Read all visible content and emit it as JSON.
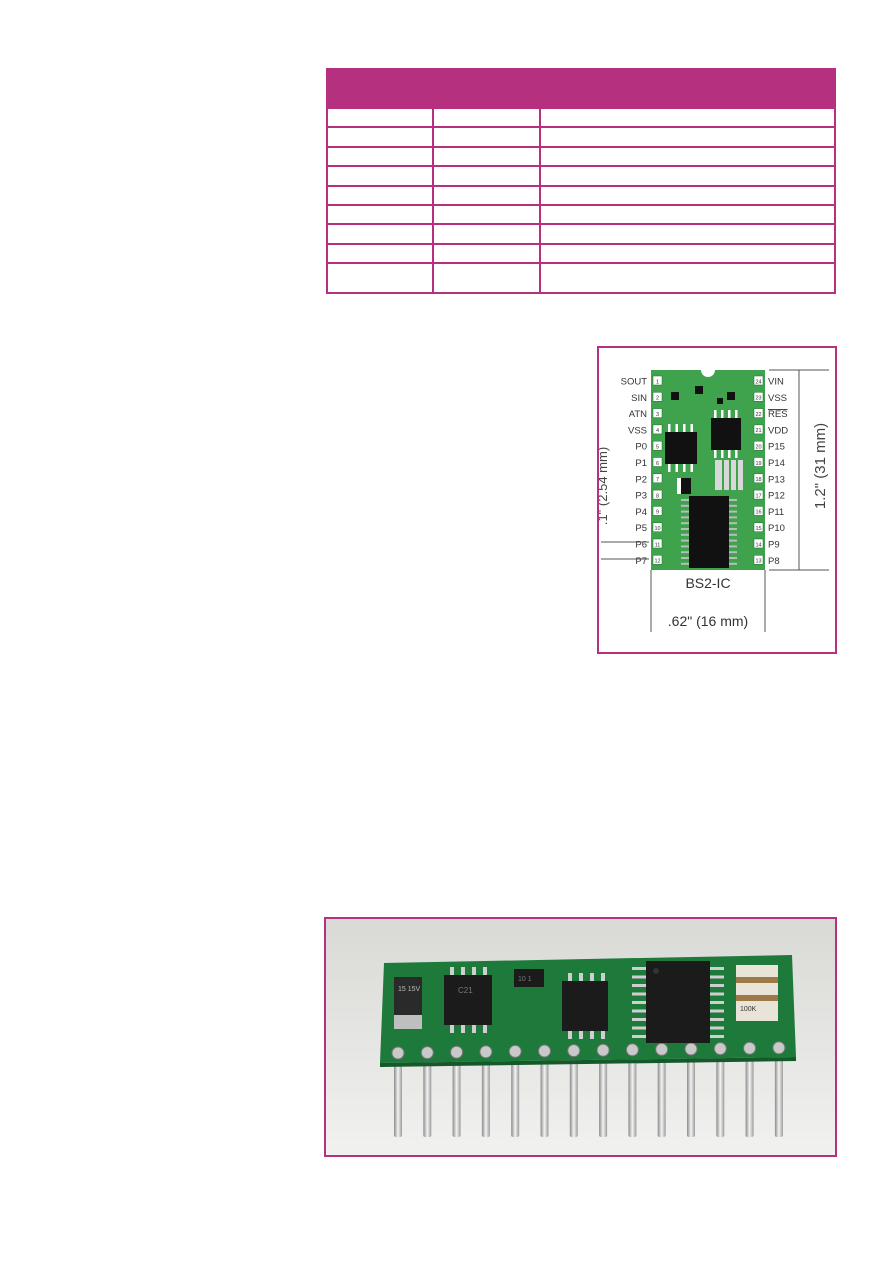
{
  "spec_table": {
    "rows": [
      [
        "",
        "",
        ""
      ],
      [
        "",
        "",
        ""
      ],
      [
        "",
        "",
        ""
      ],
      [
        "",
        "",
        ""
      ],
      [
        "",
        "",
        ""
      ],
      [
        "",
        "",
        ""
      ],
      [
        "",
        "",
        ""
      ],
      [
        "",
        "",
        ""
      ],
      [
        "",
        "",
        ""
      ]
    ]
  },
  "pinout_diagram": {
    "left_pins": [
      "SOUT",
      "SIN",
      "ATN",
      "VSS",
      "P0",
      "P1",
      "P2",
      "P3",
      "P4",
      "P5",
      "P6",
      "P7"
    ],
    "right_pins": [
      "VIN",
      "VSS",
      "RES",
      "VDD",
      "P15",
      "P14",
      "P13",
      "P12",
      "P11",
      "P10",
      "P9",
      "P8"
    ],
    "left_numbers": [
      "1",
      "2",
      "3",
      "4",
      "5",
      "6",
      "7",
      "8",
      "9",
      "10",
      "11",
      "12"
    ],
    "right_numbers": [
      "24",
      "23",
      "22",
      "21",
      "20",
      "19",
      "18",
      "17",
      "16",
      "15",
      "14",
      "13"
    ],
    "module_label": "BS2-IC",
    "pitch_label": ".1\" (2.54 mm)",
    "height_label": "1.2\" (31 mm)",
    "width_label": ".62\" (16 mm)",
    "colors": {
      "board": "#3fa34d",
      "frame": "#b5307f"
    }
  },
  "photo": {
    "chip_markings": [
      "15 15V",
      "C21",
      "10 1",
      "100K"
    ]
  }
}
